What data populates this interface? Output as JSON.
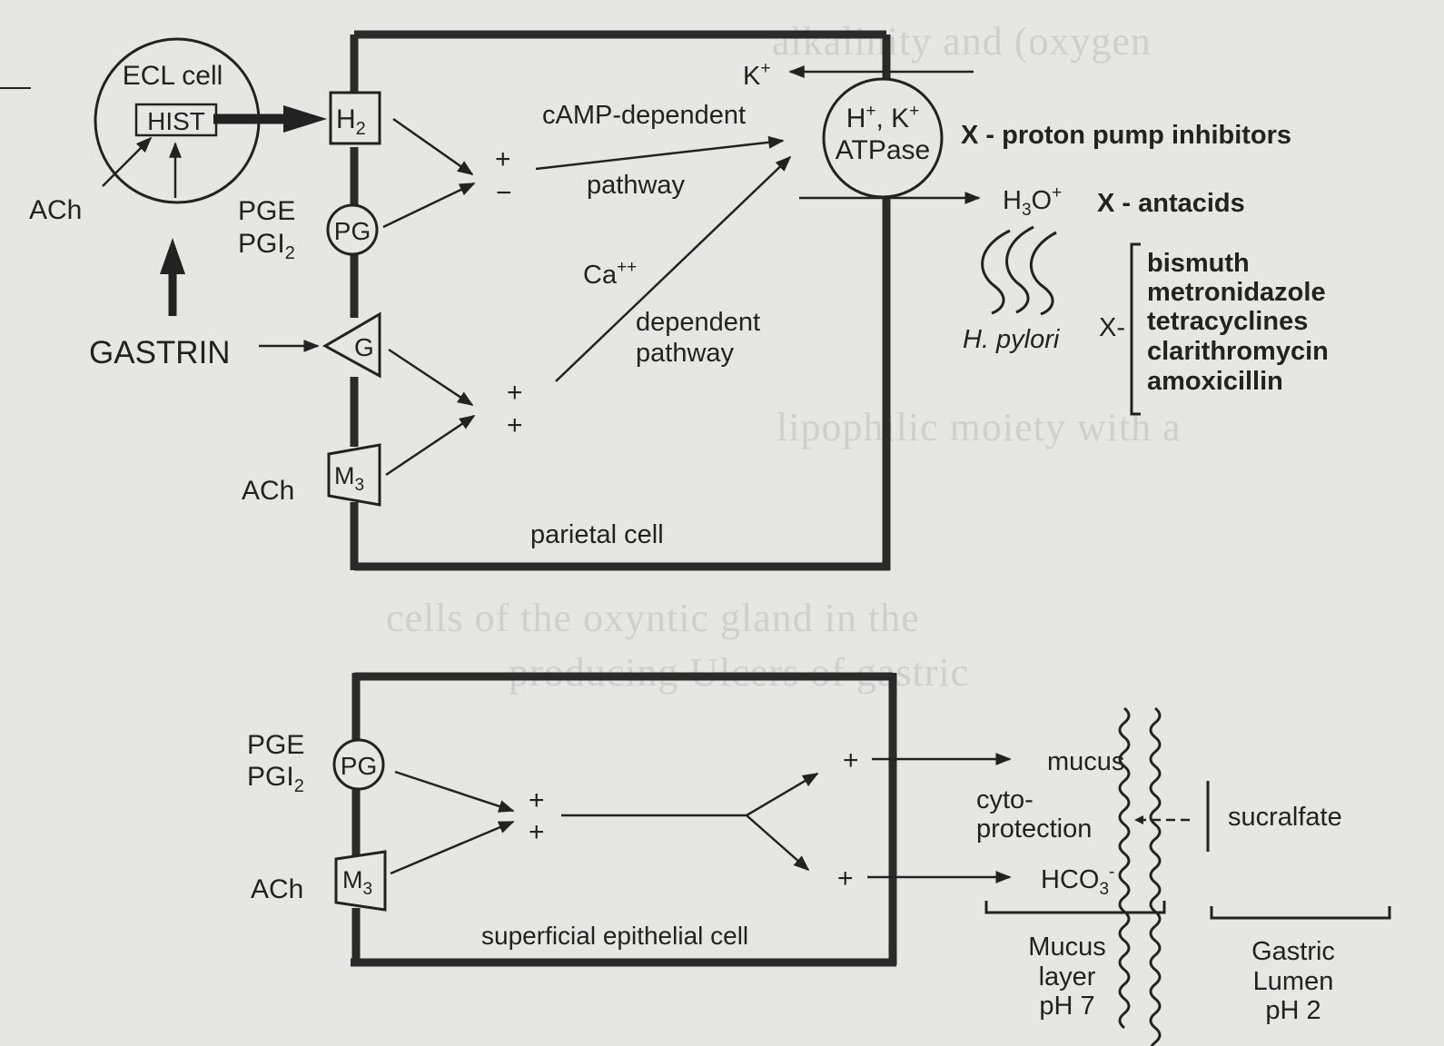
{
  "background_text_left": [
    "cells of the oxyntic gland in the",
    "producing Ulcers of gastric"
  ],
  "background_text_right": [
    "alkalinity and (oxygen",
    "lipophilic moiety with a"
  ],
  "top_section": {
    "ecl_cell": "ECL cell",
    "hist": "HIST",
    "ach_left": "ACh",
    "pge": "PGE",
    "pgi2": "PGI",
    "pgi2_sub": "2",
    "gastrin": "GASTRIN",
    "h2": "H",
    "h2_sub": "2",
    "pg": "PG",
    "g": "G",
    "m3": "M",
    "m3_sub": "3",
    "ach_m3": "ACh",
    "camp_1": "cAMP-dependent",
    "camp_2": "pathway",
    "ca": "Ca",
    "ca_sup": "++",
    "dep_1": "dependent",
    "dep_2": "pathway",
    "parietal": "parietal cell",
    "plus": "+",
    "minus": "−",
    "k": "K",
    "k_sup": "+",
    "atpase_1": "H",
    "atpase_1b": "+",
    "atpase_1c": ", K",
    "atpase_1d": "+",
    "atpase_2": "ATPase",
    "ppi": "X - proton pump  inhibitors",
    "h3o": "H",
    "h3o_sub": "3",
    "h3o_o": "O",
    "h3o_sup": "+",
    "antacids": "X - antacids",
    "hpylori": "H. pylori",
    "x_dash": "X-",
    "drugs": [
      "bismuth",
      "metronidazole",
      "tetracyclines",
      "clarithromycin",
      "amoxicillin"
    ]
  },
  "bottom_section": {
    "pge": "PGE",
    "pgi2": "PGI",
    "pgi2_sub": "2",
    "pg": "PG",
    "m3": "M",
    "m3_sub": "3",
    "ach": "ACh",
    "plus": "+",
    "cell": "superficial epithelial cell",
    "mucus": "mucus",
    "cyto_1": "cyto-",
    "cyto_2": "protection",
    "hco3": "HCO",
    "hco3_sub": "3",
    "hco3_sup": "-",
    "sucralfate": "sucralfate",
    "mucus_layer": [
      "Mucus",
      "layer",
      "pH 7"
    ],
    "lumen": [
      "Gastric",
      "Lumen",
      "pH 2"
    ]
  }
}
